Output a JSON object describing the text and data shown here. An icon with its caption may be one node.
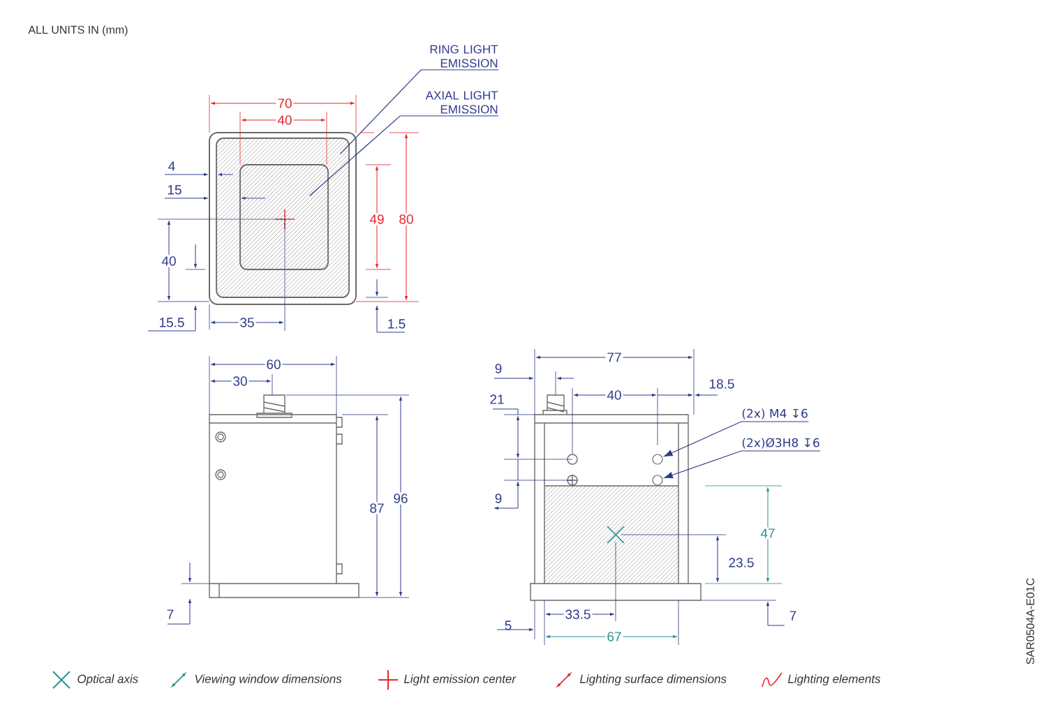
{
  "diagram": {
    "nodes": [
      {
        "text": [
          "RING LIGHT EMISSION"
        ]
      },
      {
        "text": [
          "AXIAL LIGHT EMISSION"
        ]
      },
      {
        "text": [],
        "shape": "box"
      },
      {
        "text": [],
        "shape": "box",
        "in": 2
      },
      {
        "text": [
          "(2x) M4 ↧6"
        ]
      },
      {
        "text": [
          "(2x)Ø3H8 ↧6"
        ]
      },
      {
        "text": [],
        "shape": "circle"
      },
      {
        "text": [],
        "shape": "circle"
      }
    ],
    "edges": [
      {
        "from": 0,
        "to": 2,
        "arrow": "none"
      },
      {
        "from": 1,
        "to": 3,
        "arrow": "none"
      },
      {
        "from": 4,
        "to": 6,
        "arrow": "to"
      },
      {
        "from": 5,
        "to": 7,
        "arrow": "to"
      }
    ],
    "labels": [
      "ALL UNITS IN (mm)",
      "70",
      "40",
      "4",
      "15",
      "49",
      "80",
      "40",
      "15.5",
      "35",
      "1.5",
      "60",
      "30",
      "87",
      "96",
      "7",
      "77",
      "9",
      "40",
      "18.5",
      "21",
      "9",
      "47",
      "23.5",
      "5",
      "33.5",
      "67",
      "7",
      "SAR0504A-E01C"
    ],
    "legend": [
      {
        "text": "Optical axis"
      },
      {
        "text": "Viewing window dimensions"
      },
      {
        "text": "Light emission center"
      },
      {
        "text": "Lighting surface dimensions"
      },
      {
        "text": "Lighting elements"
      }
    ]
  }
}
